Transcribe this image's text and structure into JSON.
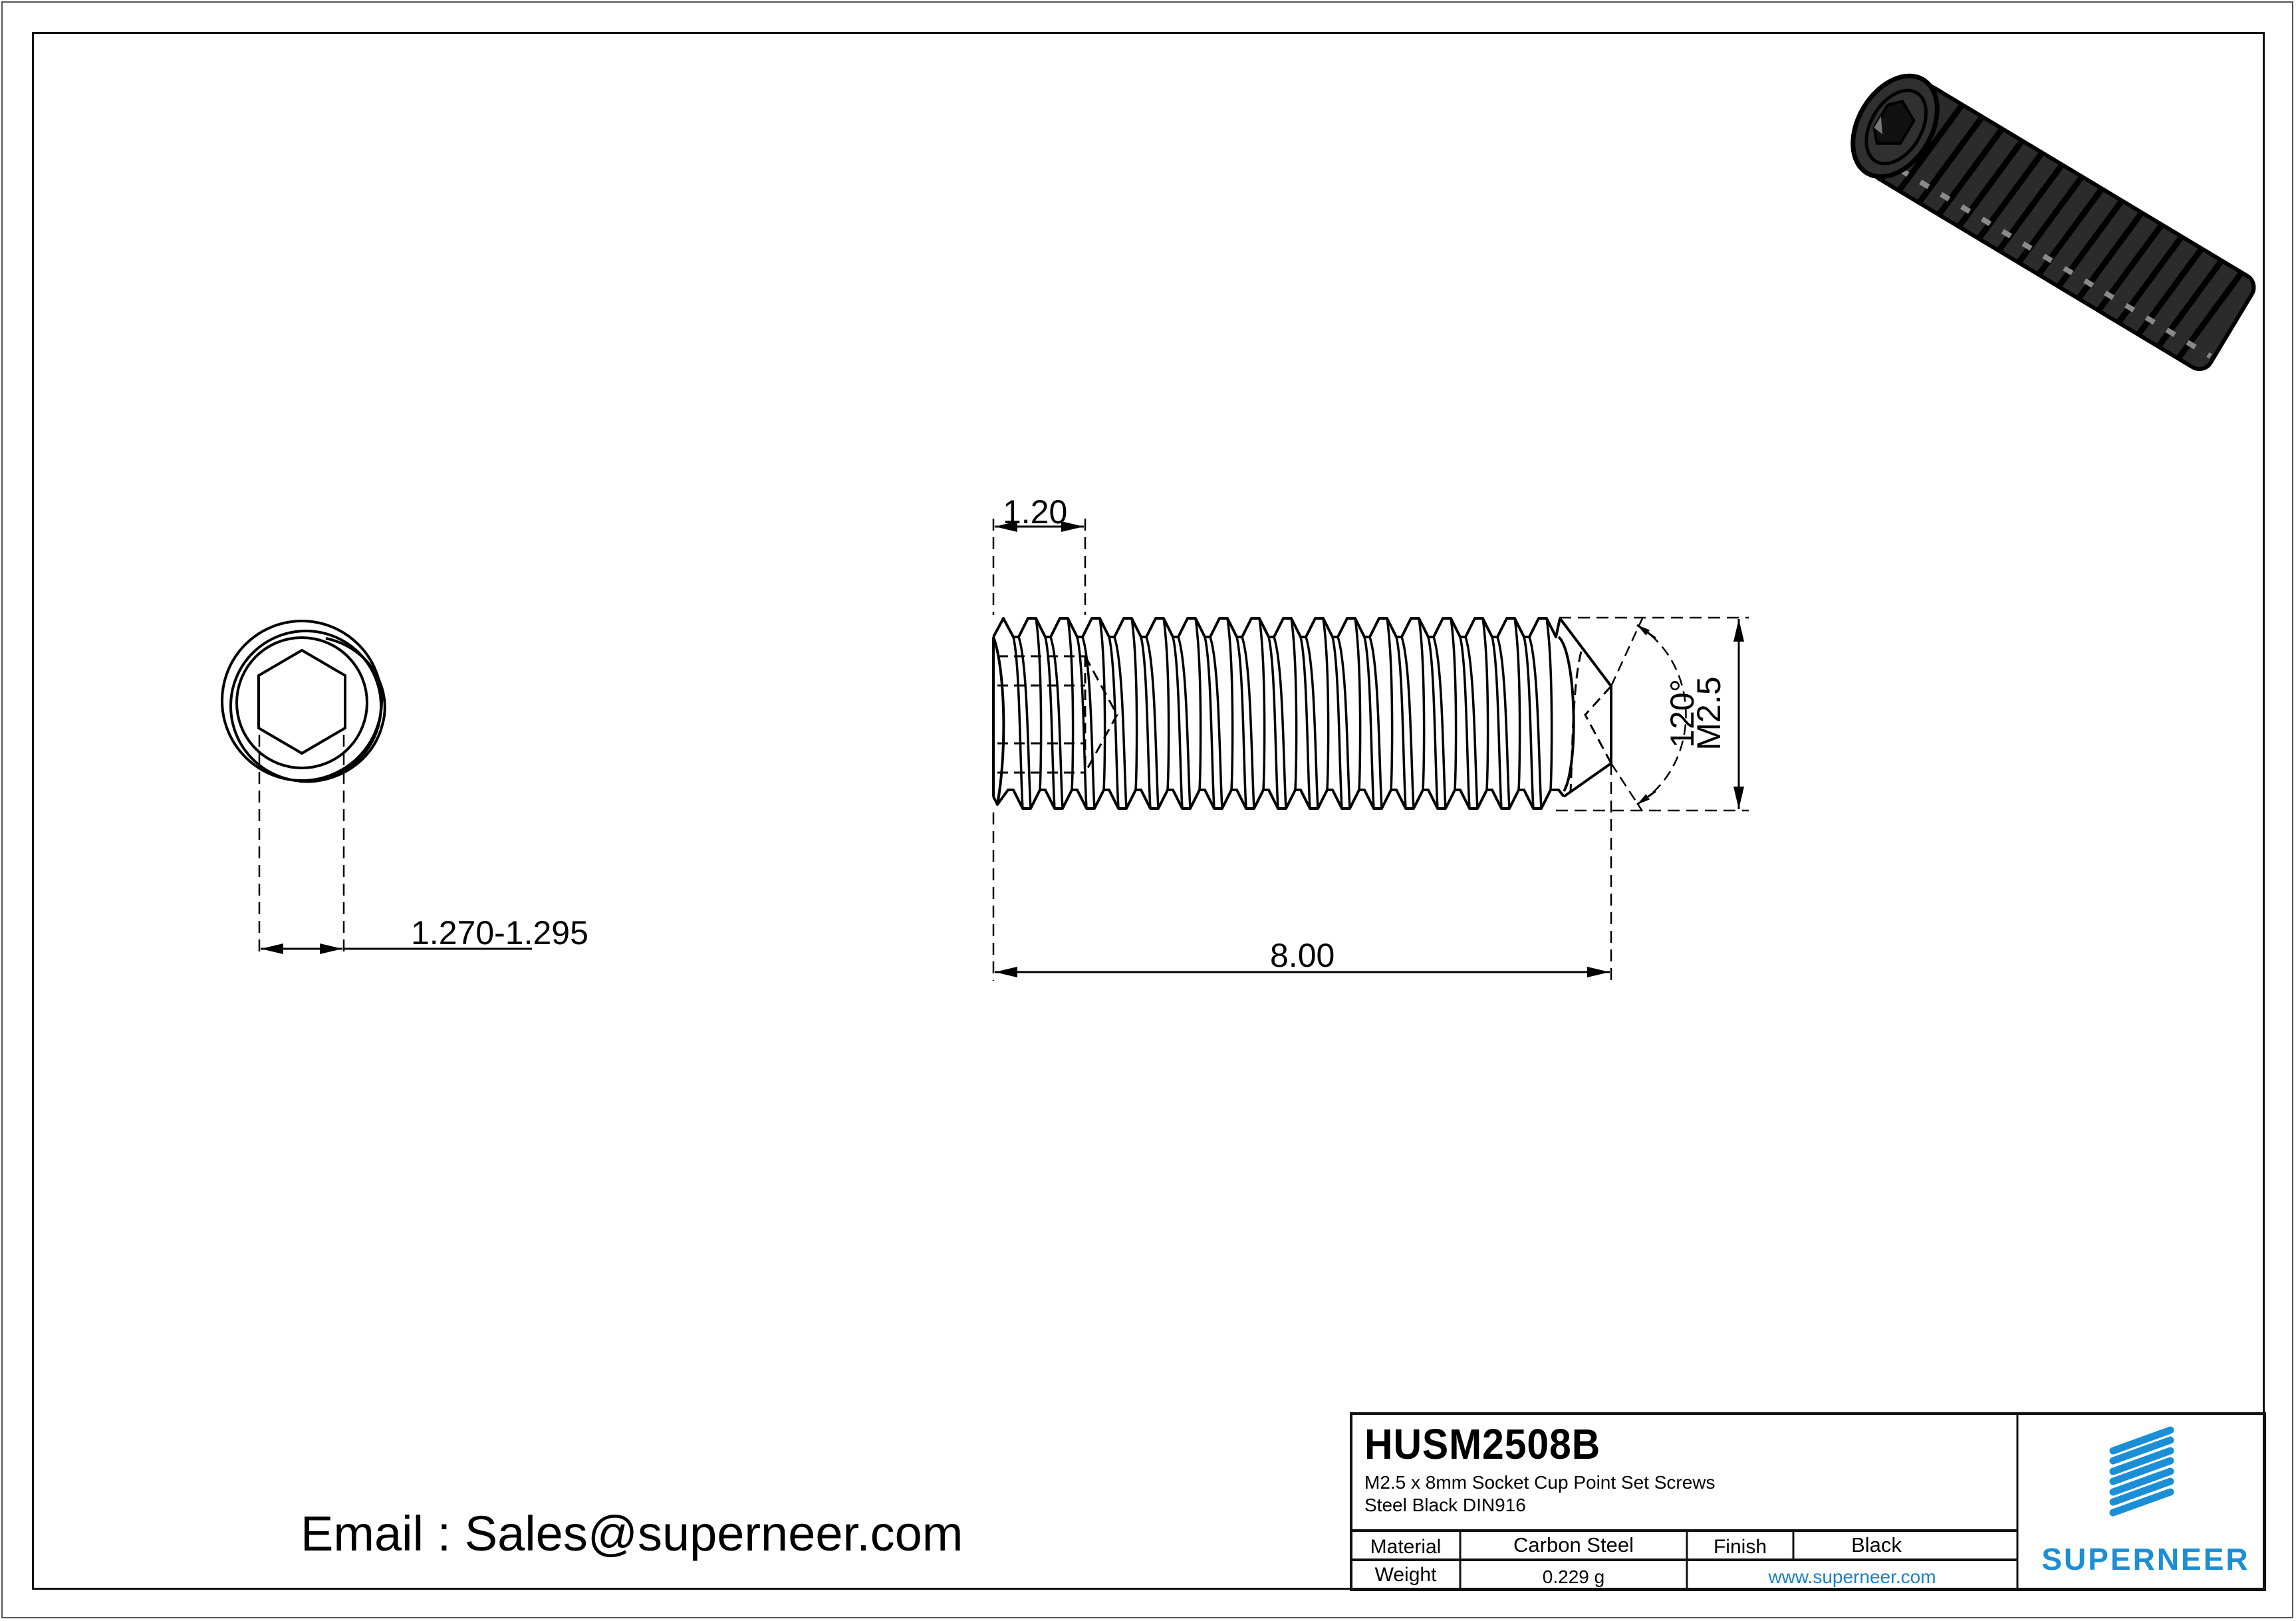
{
  "drawing": {
    "part_number": "HUSM2508B",
    "description_line1": "M2.5 x 8mm Socket Cup Point Set Screws",
    "description_line2": "Steel Black DIN916",
    "email": "Email : Sales@superneer.com"
  },
  "dimensions": {
    "socket_depth": "1.20",
    "overall_length": "8.00",
    "thread_size": "M2.5",
    "cup_angle": "120°",
    "hex_across_flats": "1.270-1.295"
  },
  "title_block": {
    "material_label": "Material",
    "material_value": "Carbon Steel",
    "finish_label": "Finish",
    "finish_value": "Black",
    "weight_label": "Weight",
    "weight_value": "0.229 g",
    "website": "www.superneer.com"
  },
  "logo": {
    "brand": "SUPERNEER",
    "color": "#1a8fd6"
  },
  "icons": {
    "end_view": "hex-socket-end-view-icon",
    "side_view": "threaded-set-screw-side-view-icon",
    "render": "set-screw-3d-render-icon",
    "logo_mark": "superneer-stripes-logo-icon"
  }
}
